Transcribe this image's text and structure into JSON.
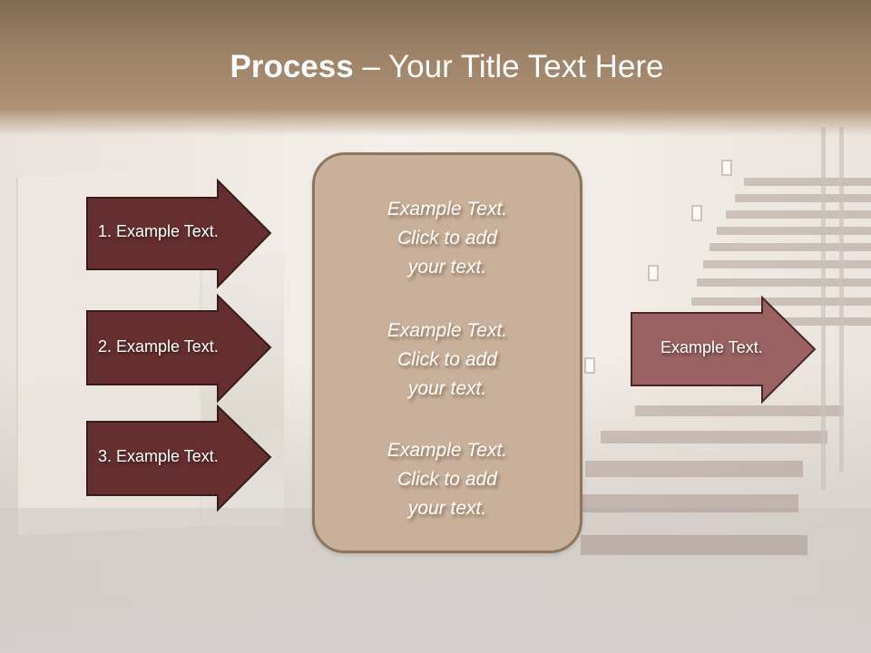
{
  "slide": {
    "title": {
      "bold": "Process",
      "rest": " – Your Title Text Here"
    },
    "steps": [
      {
        "label": "1. Example Text."
      },
      {
        "label": "2. Example Text."
      },
      {
        "label": "3. Example Text."
      }
    ],
    "center_box": {
      "blocks": [
        {
          "lines": [
            "Example Text.",
            "Click  to add",
            "your text."
          ]
        },
        {
          "lines": [
            "Example Text.",
            "Click  to add",
            "your text."
          ]
        },
        {
          "lines": [
            "Example Text.",
            "Click  to add",
            "your text."
          ]
        }
      ]
    },
    "result_arrow": {
      "label": "Example Text."
    },
    "colors": {
      "header_top": "#806a52",
      "header_bottom": "#b09276",
      "step_arrow_fill": "#652f2f",
      "step_arrow_border": "#3a1a1a",
      "result_arrow_fill": "#9a6262",
      "center_box_fill": "#c9b09a",
      "center_box_border": "#8b7661"
    }
  }
}
